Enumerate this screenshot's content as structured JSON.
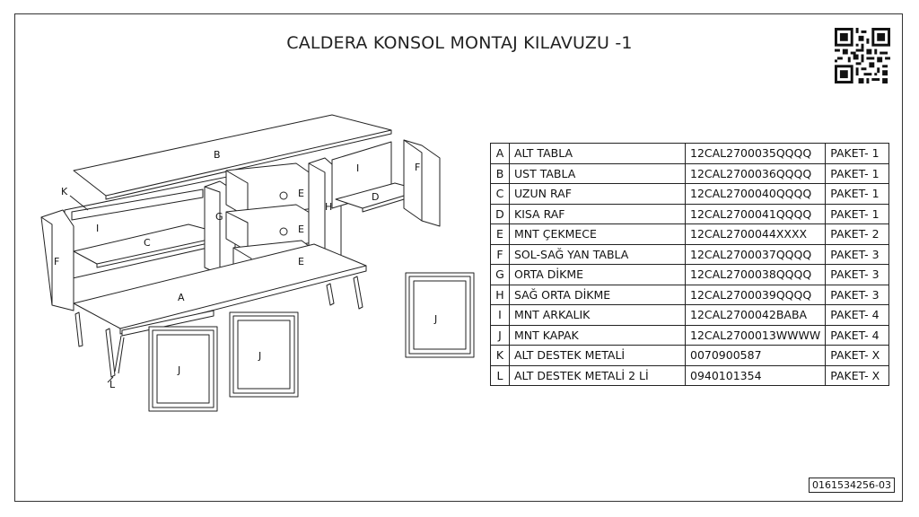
{
  "title": "CALDERA KONSOL MONTAJ KILAVUZU -1",
  "document_number": "0161534256-03",
  "diagram_labels": {
    "a": "A",
    "b": "B",
    "c": "C",
    "d": "D",
    "e1": "E",
    "e2": "E",
    "e3": "E",
    "f_left": "F",
    "f_right": "F",
    "g": "G",
    "h": "H",
    "i_left": "I",
    "i_right": "I",
    "j1": "J",
    "j2": "J",
    "j3": "J",
    "k": "K",
    "l": "L"
  },
  "parts": [
    {
      "letter": "A",
      "name": "ALT TABLA",
      "code": "12CAL2700035QQQQ",
      "package": "PAKET- 1"
    },
    {
      "letter": "B",
      "name": "UST TABLA",
      "code": "12CAL2700036QQQQ",
      "package": "PAKET- 1"
    },
    {
      "letter": "C",
      "name": "UZUN RAF",
      "code": "12CAL2700040QQQQ",
      "package": "PAKET- 1"
    },
    {
      "letter": "D",
      "name": "KISA RAF",
      "code": "12CAL2700041QQQQ",
      "package": "PAKET- 1"
    },
    {
      "letter": "E",
      "name": "MNT ÇEKMECE",
      "code": "12CAL2700044XXXX",
      "package": "PAKET- 2"
    },
    {
      "letter": "F",
      "name": "SOL-SAĞ YAN TABLA",
      "code": "12CAL2700037QQQQ",
      "package": "PAKET- 3"
    },
    {
      "letter": "G",
      "name": "ORTA DİKME",
      "code": "12CAL2700038QQQQ",
      "package": "PAKET- 3"
    },
    {
      "letter": "H",
      "name": "SAĞ ORTA DİKME",
      "code": "12CAL2700039QQQQ",
      "package": "PAKET- 3"
    },
    {
      "letter": "I",
      "name": "MNT ARKALIK",
      "code": "12CAL2700042BABA",
      "package": "PAKET- 4"
    },
    {
      "letter": "J",
      "name": "MNT KAPAK",
      "code": "12CAL2700013WWWW",
      "package": "PAKET- 4"
    },
    {
      "letter": "K",
      "name": "ALT DESTEK METALİ",
      "code": "0070900587",
      "package": "PAKET- X"
    },
    {
      "letter": "L",
      "name": "ALT DESTEK METALİ 2 Lİ",
      "code": "0940101354",
      "package": "PAKET- X"
    }
  ]
}
